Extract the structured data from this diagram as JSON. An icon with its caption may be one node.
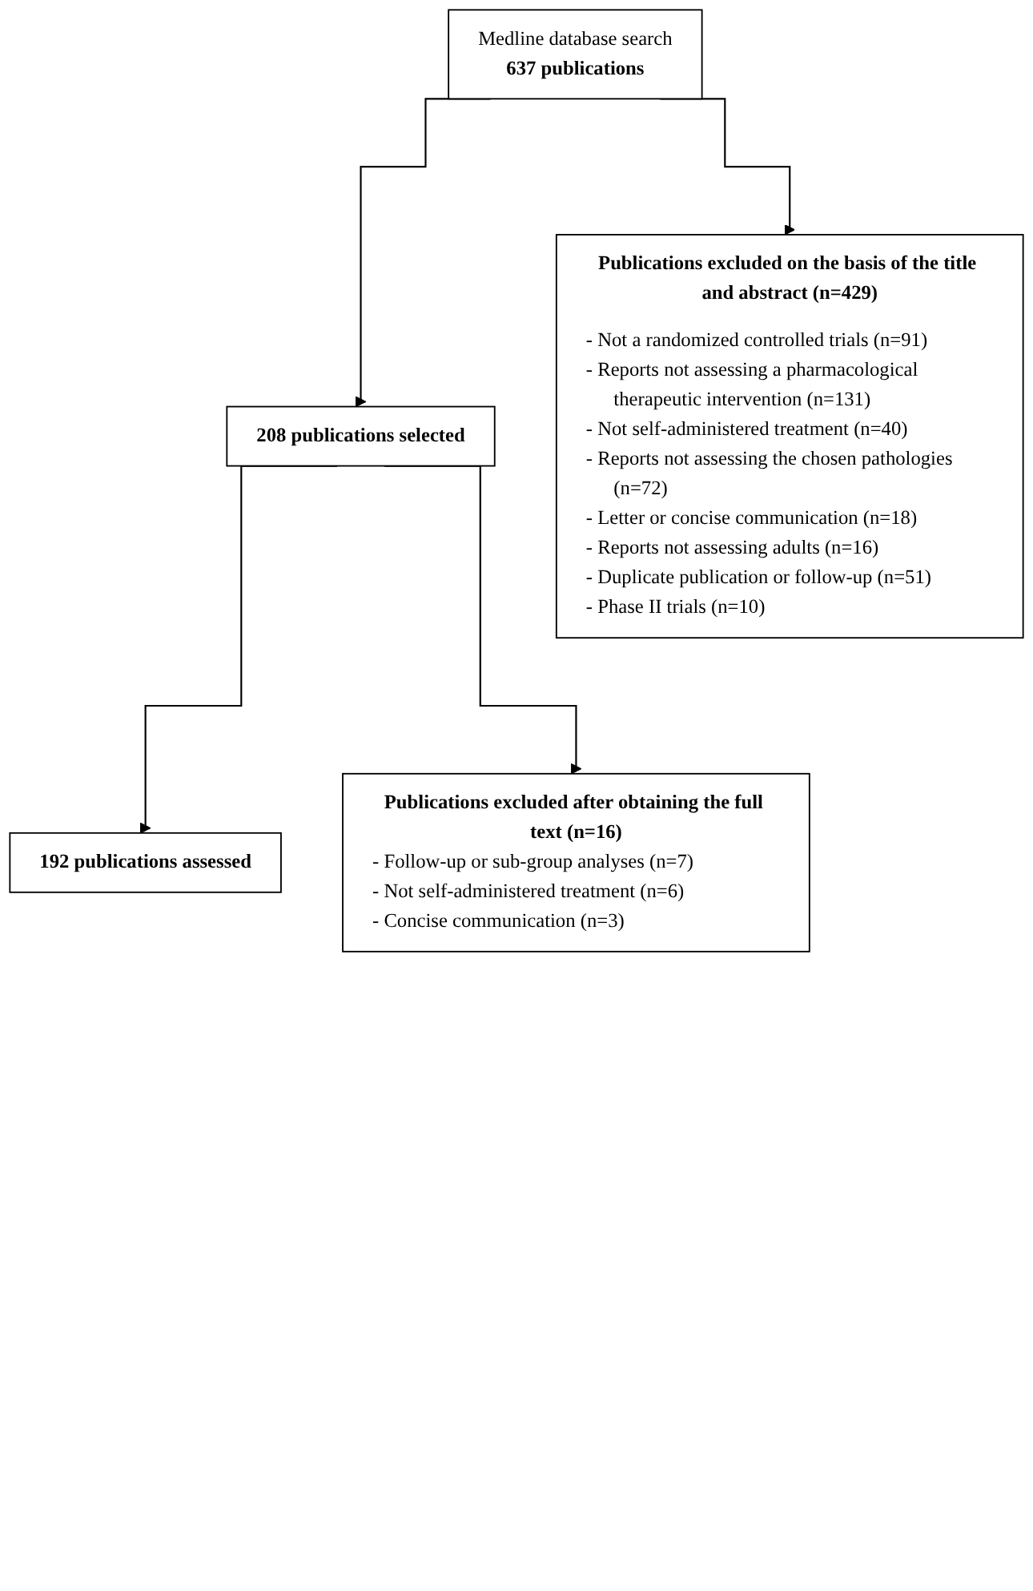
{
  "diagram": {
    "nodes": [
      {
        "text": [
          "Medline database search",
          "637 publications"
        ]
      },
      {
        "text": [
          "Publications excluded on the basis of the title and abstract (n=429)",
          "- Not a randomized controlled trials (n=91)",
          "- Reports not assessing a pharmacological therapeutic intervention (n=131)",
          "- Not self-administered treatment (n=40)",
          "- Reports not assessing the chosen pathologies (n=72)",
          "- Letter or concise communication (n=18)",
          "- Reports not assessing adults (n=16)",
          "- Duplicate publication or follow-up (n=51)",
          "- Phase II trials (n=10)"
        ]
      },
      {
        "text": [
          "208 publications selected"
        ]
      },
      {
        "text": [
          "Publications excluded after obtaining the full text (n=16)",
          "- Follow-up or sub-group analyses (n=7)",
          "- Not self-administered treatment (n=6)",
          "- Concise communication (n=3)"
        ]
      },
      {
        "text": [
          "192 publications assessed"
        ]
      }
    ],
    "edges": [
      {
        "from": 0,
        "to": 2,
        "arrow": "to"
      },
      {
        "from": 0,
        "to": 1,
        "arrow": "to"
      },
      {
        "from": 2,
        "to": 4,
        "arrow": "to"
      },
      {
        "from": 2,
        "to": 3,
        "arrow": "to"
      }
    ]
  }
}
